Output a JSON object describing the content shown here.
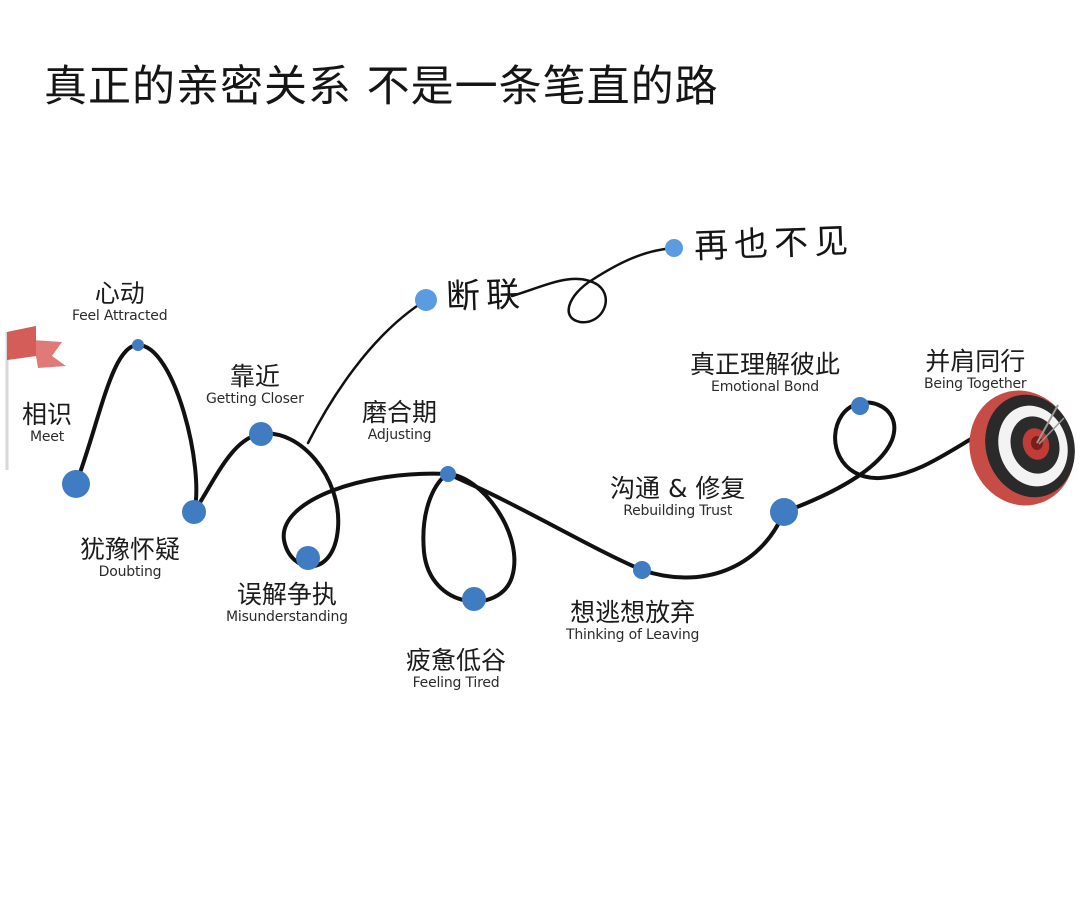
{
  "title": "真正的亲密关系 不是一条笔直的路",
  "stages": [
    {
      "cn": "相识",
      "en": "Meet"
    },
    {
      "cn": "心动",
      "en": "Feel Attracted"
    },
    {
      "cn": "犹豫怀疑",
      "en": "Doubting"
    },
    {
      "cn": "靠近",
      "en": "Getting Closer"
    },
    {
      "cn": "误解争执",
      "en": "Misunderstanding"
    },
    {
      "cn": "磨合期",
      "en": "Adjusting"
    },
    {
      "cn": "疲惫低谷",
      "en": "Feeling Tired"
    },
    {
      "cn": "想逃想放弃",
      "en": "Thinking of Leaving"
    },
    {
      "cn": "沟通 & 修复",
      "en": "Rebuilding Trust"
    },
    {
      "cn": "真正理解彼此",
      "en": "Emotional Bond"
    },
    {
      "cn": "并肩同行",
      "en": "Being Together"
    }
  ],
  "branch": {
    "disconnect": "断联",
    "goodbye": "再也不见"
  },
  "colors": {
    "path": "#111111",
    "node": "#3f7cc2",
    "branch_node": "#5b9be0",
    "flag": "#e07a78",
    "target_red": "#b3403b"
  },
  "icons": {
    "start": "flag-icon",
    "end": "target-icon"
  }
}
